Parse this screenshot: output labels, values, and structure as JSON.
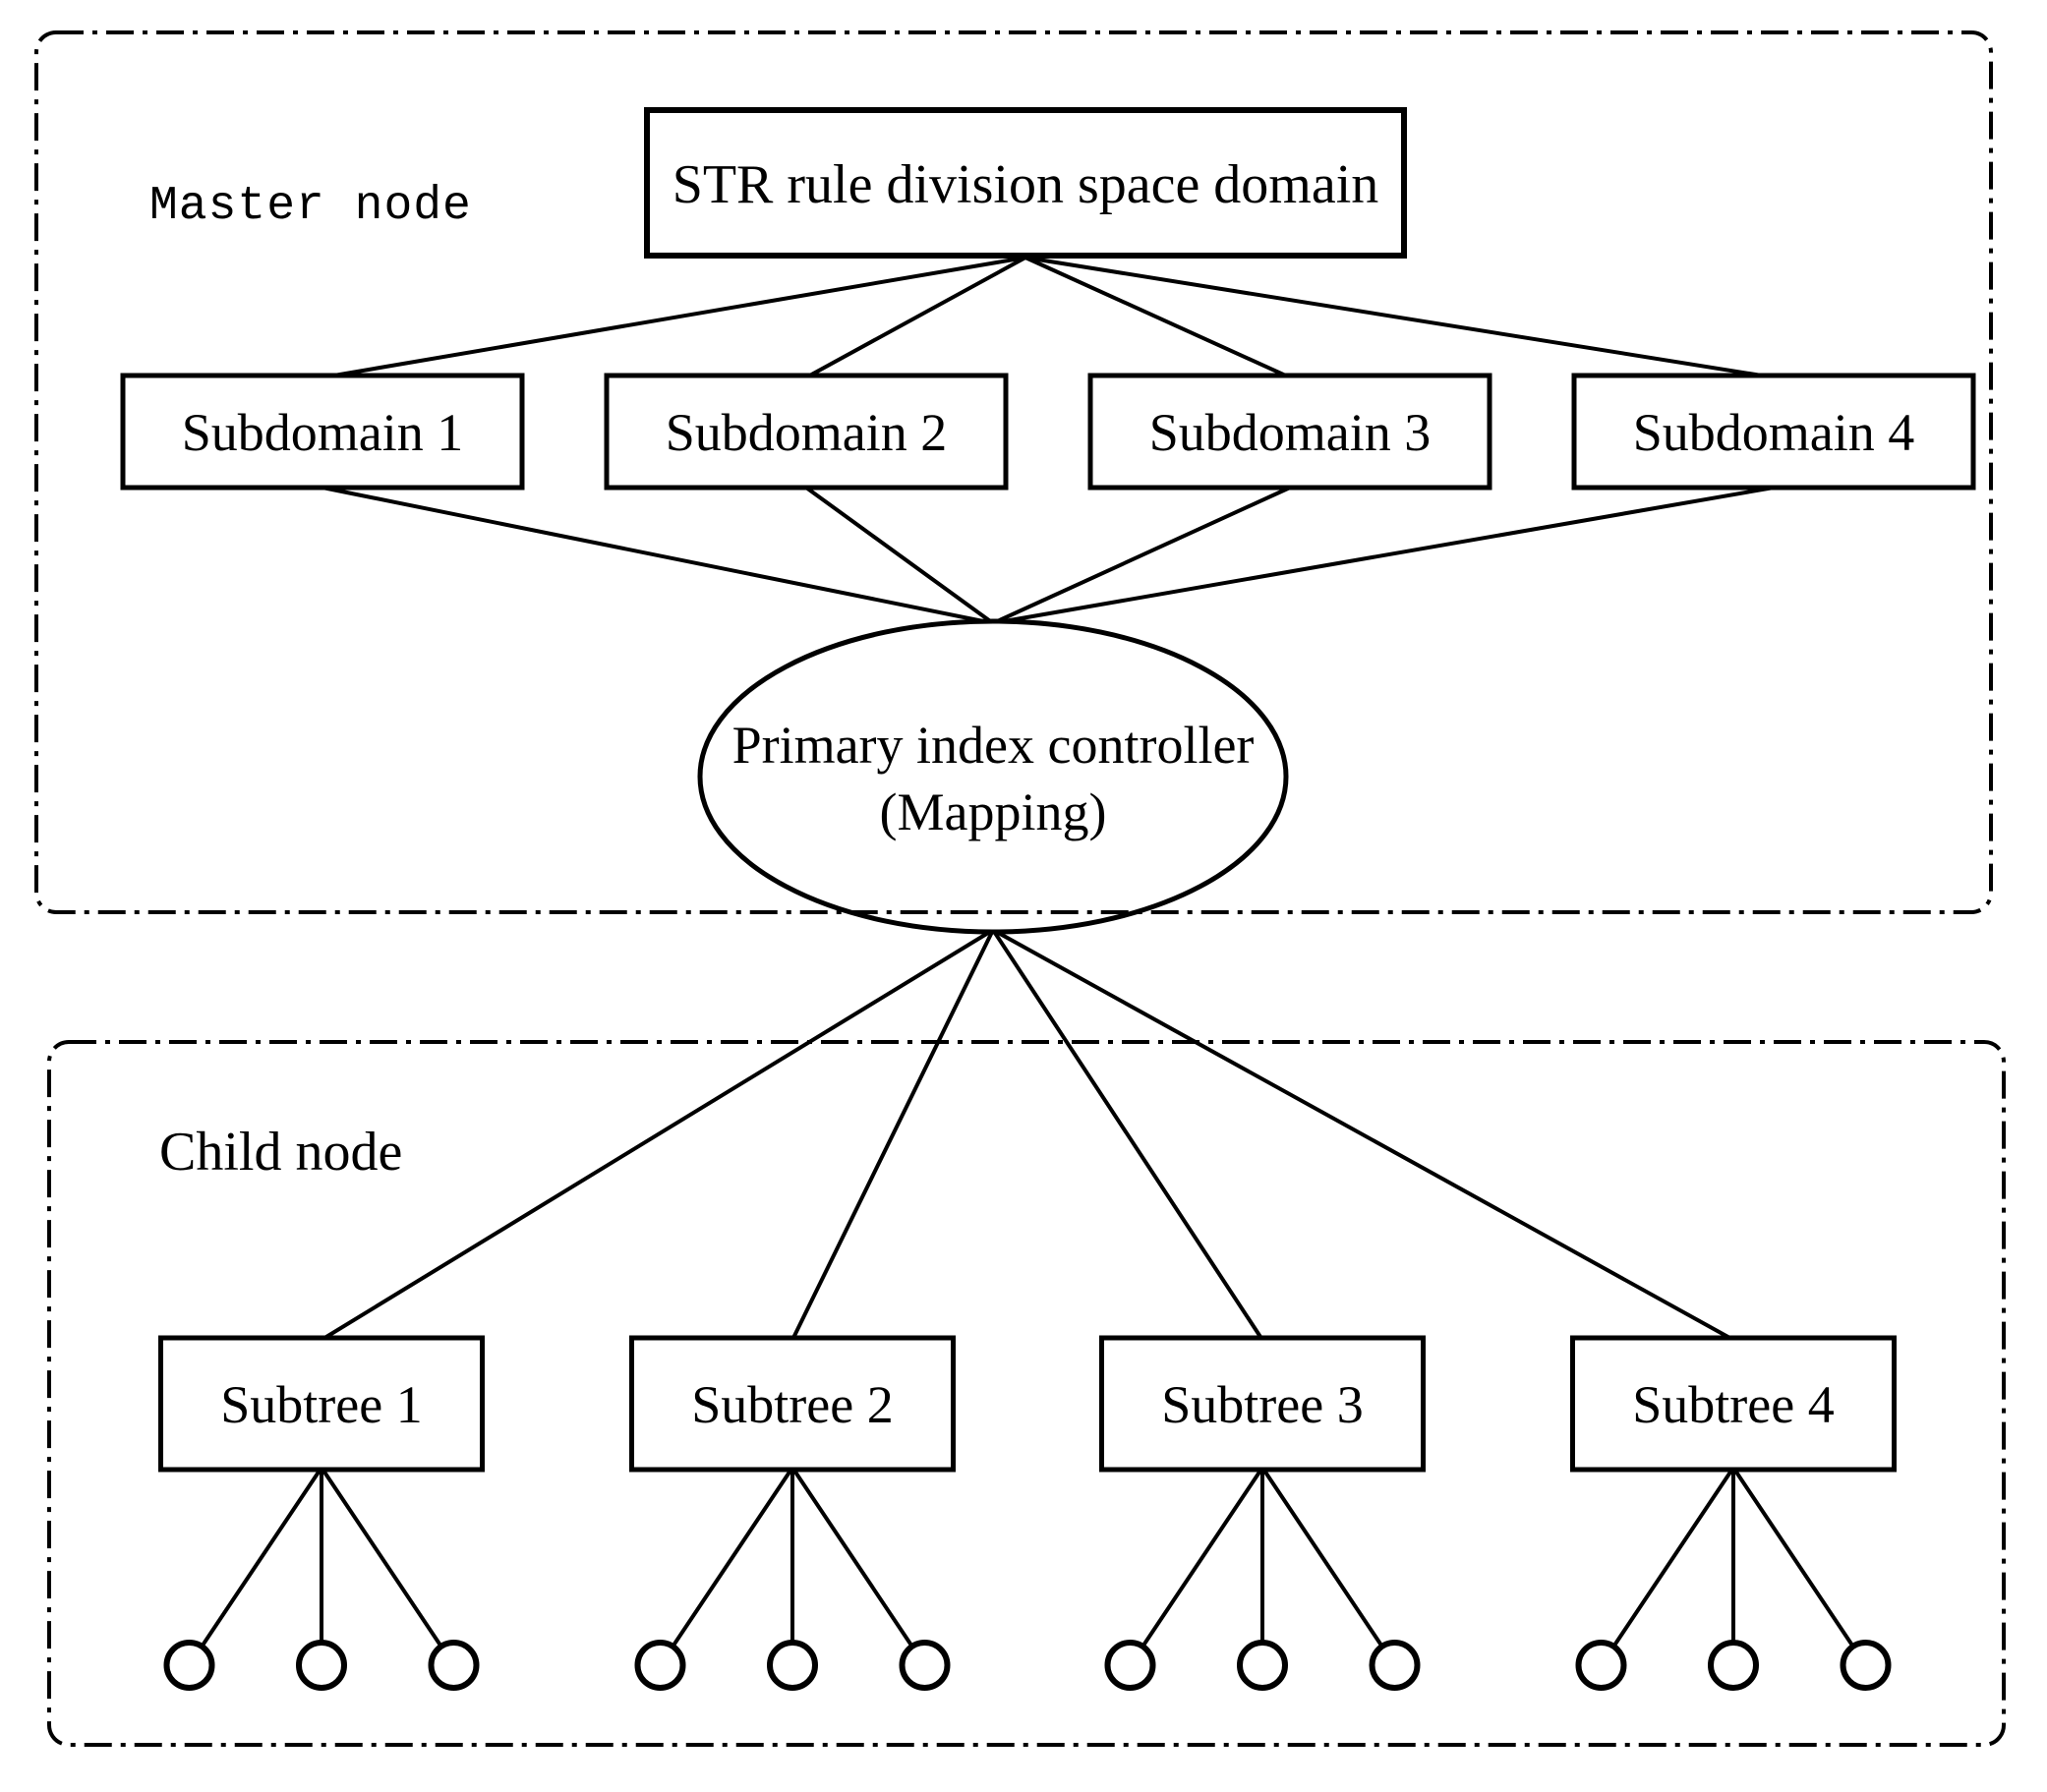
{
  "figure": {
    "background_color": "#ffffff",
    "line_color": "#000000",
    "groups": {
      "master": {
        "label": "Master node"
      },
      "child": {
        "label": "Child node"
      }
    },
    "root": {
      "label": "STR rule division space domain"
    },
    "controller": {
      "line1": "Primary index controller",
      "line2": "(Mapping)"
    },
    "subdomains": [
      {
        "label": "Subdomain 1"
      },
      {
        "label": "Subdomain 2"
      },
      {
        "label": "Subdomain 3"
      },
      {
        "label": "Subdomain 4"
      }
    ],
    "subtrees": [
      {
        "label": "Subtree 1",
        "leaf_count": 3
      },
      {
        "label": "Subtree 2",
        "leaf_count": 3
      },
      {
        "label": "Subtree 3",
        "leaf_count": 3
      },
      {
        "label": "Subtree 4",
        "leaf_count": 3
      }
    ]
  }
}
